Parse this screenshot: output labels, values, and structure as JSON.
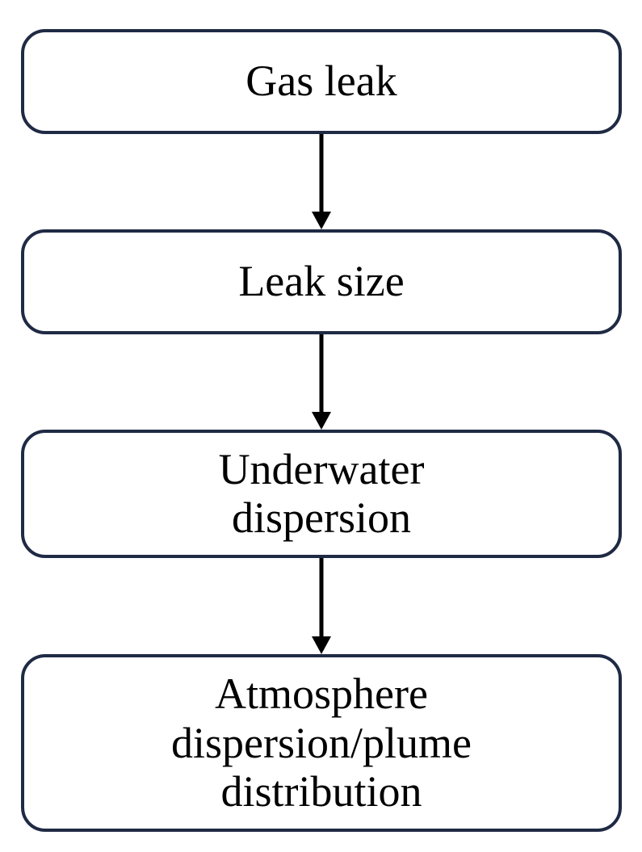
{
  "diagram": {
    "steps": [
      {
        "lines": [
          "Gas leak"
        ]
      },
      {
        "lines": [
          "Leak size"
        ]
      },
      {
        "lines": [
          "Underwater",
          "dispersion"
        ]
      },
      {
        "lines": [
          "Atmosphere",
          "dispersion/plume",
          "distribution"
        ]
      }
    ],
    "colors": {
      "box_border": "#1f2a44",
      "arrow": "#000000",
      "text": "#000000"
    }
  }
}
